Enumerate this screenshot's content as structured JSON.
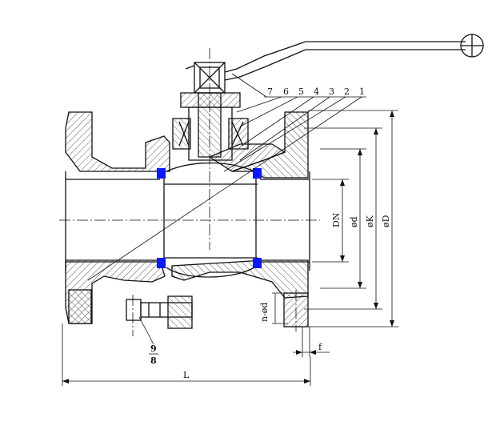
{
  "part_numbers": [
    "7",
    "6",
    "5",
    "4",
    "3",
    "2",
    "1"
  ],
  "lower_callout": {
    "top": "9",
    "bottom": "8"
  },
  "dimensions": {
    "dn": "DN",
    "d": "ød",
    "k": "øK",
    "D": "øD",
    "bolt_holes": "n-ød",
    "f": "f",
    "L": "L"
  },
  "colors": {
    "line": "#111111",
    "seal": "#0a1aff",
    "hatch": "#333333"
  }
}
